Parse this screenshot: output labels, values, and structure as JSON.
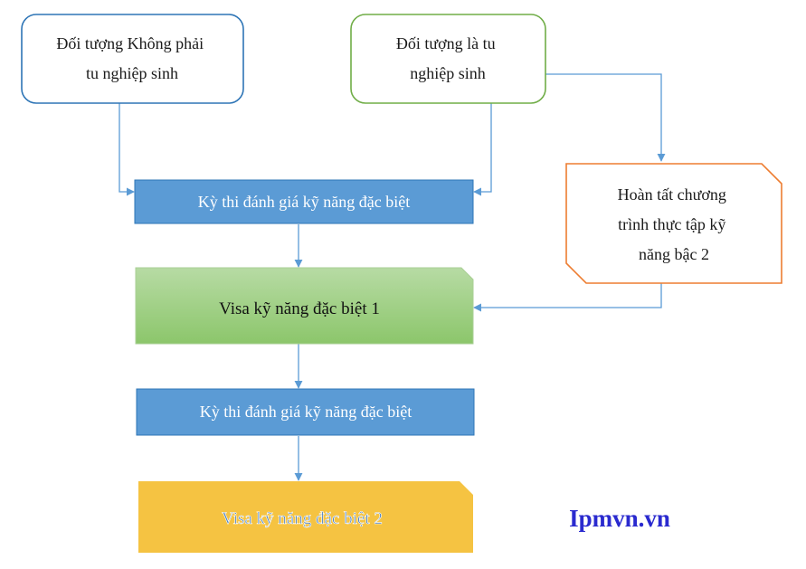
{
  "nodes": {
    "non_trainee": {
      "lines": [
        "Đối tượng Không phải",
        "tu nghiệp sinh"
      ]
    },
    "trainee": {
      "lines": [
        "Đối tượng là tu",
        "nghiệp sinh"
      ]
    },
    "complete_training": {
      "lines": [
        "Hoàn tất chương",
        "trình thực tập kỹ",
        "năng bậc 2"
      ]
    },
    "exam_1": {
      "label": "Kỳ thi đánh giá kỹ năng đặc biệt"
    },
    "visa_1": {
      "label": "Visa kỹ năng đặc biệt 1"
    },
    "exam_2": {
      "label": "Kỳ thi đánh giá kỹ năng đặc biệt"
    },
    "visa_2": {
      "label": "Visa kỹ năng đặc biệt 2"
    }
  },
  "watermark": "Ipmvn.vn",
  "colors": {
    "box_blue_border": "#2E75B6",
    "box_green_border": "#70AD47",
    "box_orange_border": "#ED7D31",
    "exam_fill": "#5B9BD5",
    "visa1_fill_top": "#B7DBA4",
    "visa1_fill_bottom": "#8CC66B",
    "visa2_fill": "#F5C342",
    "visa2_text": "#4A7FC1",
    "connector": "#5B9BD5",
    "brand": "#2A2ACF"
  }
}
